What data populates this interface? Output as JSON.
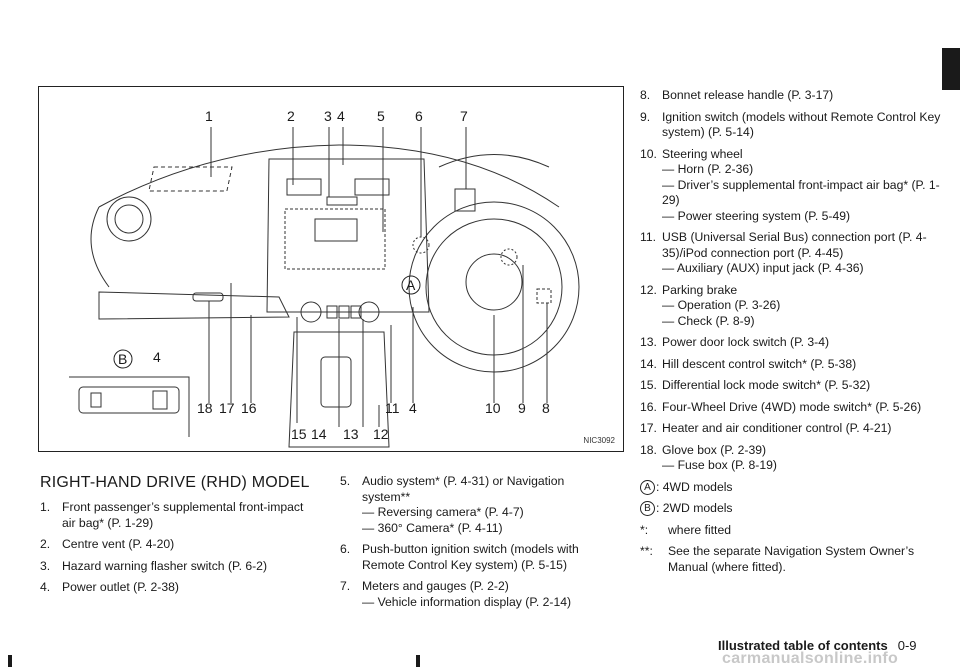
{
  "figure": {
    "id": "NIC3092",
    "labels": [
      "1",
      "2",
      "3",
      "4",
      "5",
      "6",
      "7",
      "A",
      "B",
      "4",
      "18",
      "17",
      "16",
      "15",
      "14",
      "13",
      "12",
      "11",
      "4",
      "10",
      "9",
      "8"
    ]
  },
  "heading": "RIGHT-HAND DRIVE (RHD) MODEL",
  "col1": [
    {
      "n": "1.",
      "lines": [
        "Front passenger’s supplemental front-impact air bag* (P. 1-29)"
      ]
    },
    {
      "n": "2.",
      "lines": [
        "Centre vent (P. 4-20)"
      ]
    },
    {
      "n": "3.",
      "lines": [
        "Hazard warning flasher switch (P. 6-2)"
      ]
    },
    {
      "n": "4.",
      "lines": [
        "Power outlet (P. 2-38)"
      ]
    }
  ],
  "col2": [
    {
      "n": "5.",
      "lines": [
        "Audio system* (P. 4-31) or Navigation system**",
        "— Reversing camera* (P. 4-7)",
        "— 360° Camera* (P. 4-11)"
      ]
    },
    {
      "n": "6.",
      "lines": [
        "Push-button ignition switch (models with Remote Control Key system) (P. 5-15)"
      ]
    },
    {
      "n": "7.",
      "lines": [
        "Meters and gauges (P. 2-2)",
        "— Vehicle information display (P. 2-14)"
      ]
    }
  ],
  "col3": [
    {
      "n": "8.",
      "lines": [
        "Bonnet release handle (P. 3-17)"
      ]
    },
    {
      "n": "9.",
      "lines": [
        "Ignition switch (models without Remote Control Key system) (P. 5-14)"
      ]
    },
    {
      "n": "10.",
      "lines": [
        "Steering wheel",
        "— Horn (P. 2-36)",
        "— Driver’s supplemental front-impact air bag* (P. 1-29)",
        "— Power steering system (P. 5-49)"
      ]
    },
    {
      "n": "11.",
      "lines": [
        "USB (Universal Serial Bus) connection port (P. 4-35)/iPod connection port (P. 4-45)",
        "— Auxiliary (AUX) input jack (P. 4-36)"
      ]
    },
    {
      "n": "12.",
      "lines": [
        "Parking brake",
        "— Operation (P. 3-26)",
        "— Check (P. 8-9)"
      ]
    },
    {
      "n": "13.",
      "lines": [
        "Power door lock switch (P. 3-4)"
      ]
    },
    {
      "n": "14.",
      "lines": [
        "Hill descent control switch* (P. 5-38)"
      ]
    },
    {
      "n": "15.",
      "lines": [
        "Differential lock mode switch* (P. 5-32)"
      ]
    },
    {
      "n": "16.",
      "lines": [
        "Four-Wheel Drive (4WD) mode switch* (P. 5-26)"
      ]
    },
    {
      "n": "17.",
      "lines": [
        "Heater and air conditioner control (P. 4-21)"
      ]
    },
    {
      "n": "18.",
      "lines": [
        "Glove box (P. 2-39)",
        "— Fuse box (P. 8-19)"
      ]
    }
  ],
  "notes": [
    {
      "key": "A",
      "text": ": 4WD models",
      "circled": true
    },
    {
      "key": "B",
      "text": ": 2WD models",
      "circled": true
    },
    {
      "key": "*:",
      "text": "where fitted",
      "circled": false
    },
    {
      "key": "**:",
      "text": "See the separate Navigation System Owner’s Manual (where fitted).",
      "circled": false
    }
  ],
  "footer": {
    "section": "Illustrated table of contents",
    "page": "0-9"
  },
  "watermark": "carmanualsonline.info"
}
